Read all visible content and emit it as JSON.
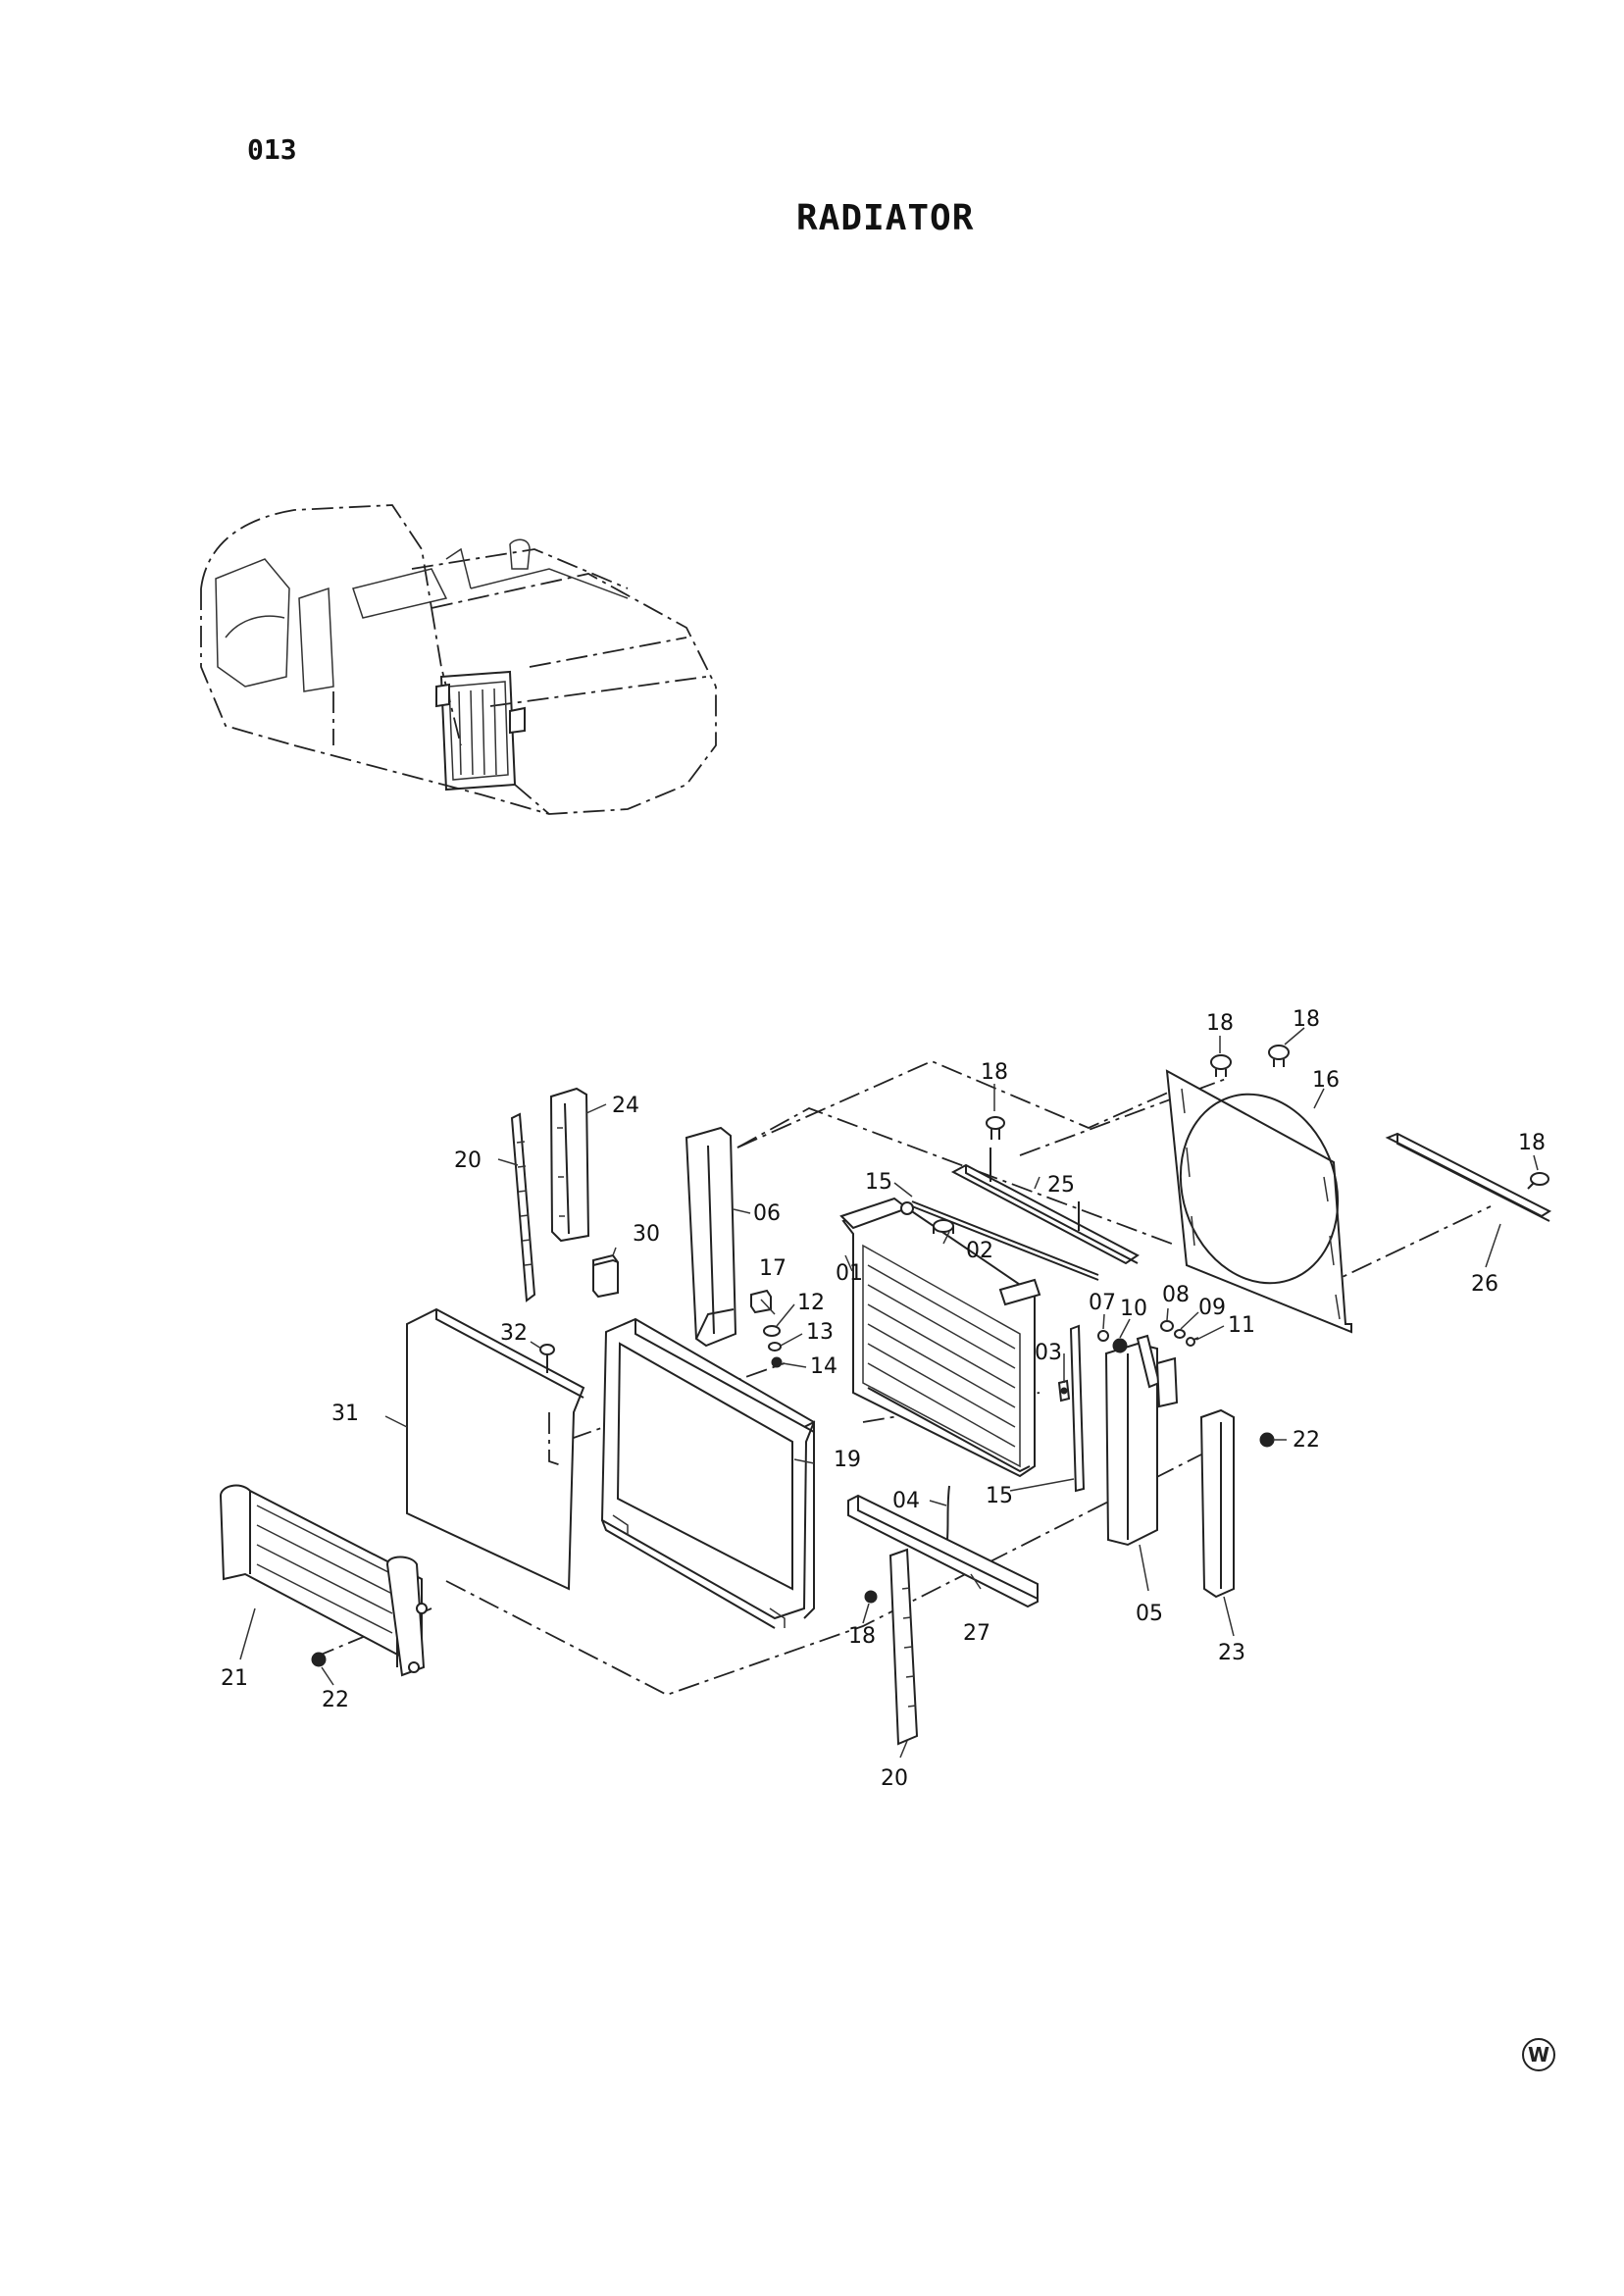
{
  "page_number": "013",
  "title": "RADIATOR",
  "watermark": "W",
  "callouts": [
    {
      "id": "c01",
      "text": "01"
    },
    {
      "id": "c02",
      "text": "02"
    },
    {
      "id": "c03",
      "text": "03"
    },
    {
      "id": "c04",
      "text": "04"
    },
    {
      "id": "c05",
      "text": "05"
    },
    {
      "id": "c06",
      "text": "06"
    },
    {
      "id": "c07",
      "text": "07"
    },
    {
      "id": "c08",
      "text": "08"
    },
    {
      "id": "c09",
      "text": "09"
    },
    {
      "id": "c10",
      "text": "10"
    },
    {
      "id": "c11",
      "text": "11"
    },
    {
      "id": "c12",
      "text": "12"
    },
    {
      "id": "c13",
      "text": "13"
    },
    {
      "id": "c14",
      "text": "14"
    },
    {
      "id": "c15a",
      "text": "15"
    },
    {
      "id": "c15b",
      "text": "15"
    },
    {
      "id": "c16",
      "text": "16"
    },
    {
      "id": "c17",
      "text": "17"
    },
    {
      "id": "c18a",
      "text": "18"
    },
    {
      "id": "c18b",
      "text": "18"
    },
    {
      "id": "c18c",
      "text": "18"
    },
    {
      "id": "c18d",
      "text": "18"
    },
    {
      "id": "c18e",
      "text": "18"
    },
    {
      "id": "c19",
      "text": "19"
    },
    {
      "id": "c20a",
      "text": "20"
    },
    {
      "id": "c20b",
      "text": "20"
    },
    {
      "id": "c21",
      "text": "21"
    },
    {
      "id": "c22a",
      "text": "22"
    },
    {
      "id": "c22b",
      "text": "22"
    },
    {
      "id": "c23",
      "text": "23"
    },
    {
      "id": "c24",
      "text": "24"
    },
    {
      "id": "c25",
      "text": "25"
    },
    {
      "id": "c26",
      "text": "26"
    },
    {
      "id": "c27",
      "text": "27"
    },
    {
      "id": "c30",
      "text": "30"
    },
    {
      "id": "c31",
      "text": "31"
    },
    {
      "id": "c32",
      "text": "32"
    }
  ]
}
